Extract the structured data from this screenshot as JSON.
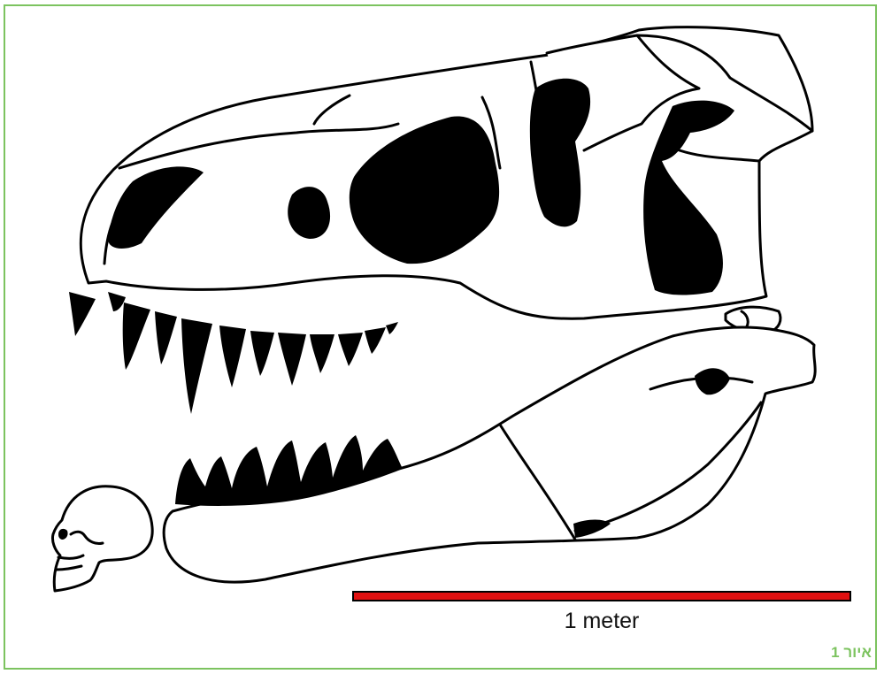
{
  "scale_bar": {
    "label": "1 meter",
    "color": "#e01010"
  },
  "caption": "איור 1",
  "frame_color": "#7cc35f",
  "illustration": {
    "subject": "t-rex-skull-silhouette",
    "comparison": "human-skull-silhouette"
  }
}
